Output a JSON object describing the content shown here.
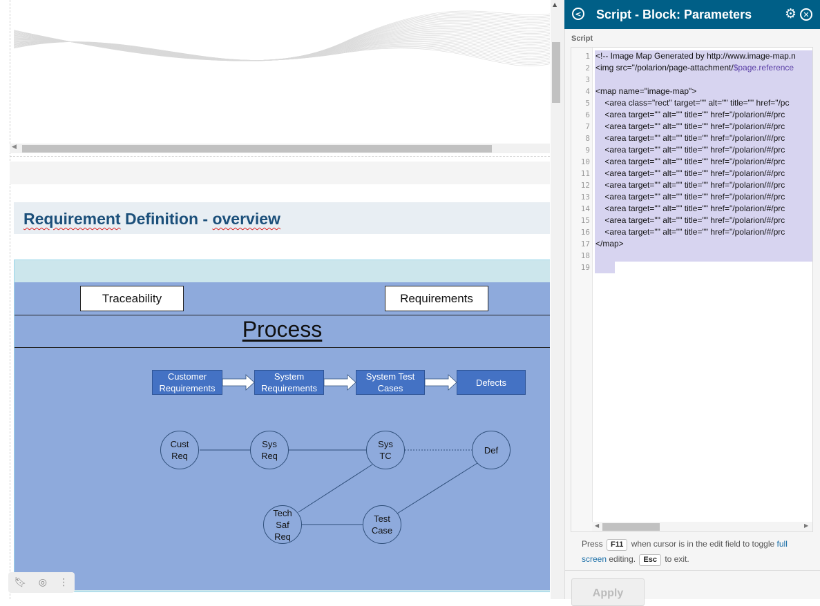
{
  "document": {
    "heading_word1": "Requirement",
    "heading_word2": " Definition - ",
    "heading_word3": "overview",
    "slide": {
      "traceability_label": "Traceability",
      "requirements_label": "Requirements",
      "process_title": "Process",
      "flow_boxes": [
        "Customer\nRequirements",
        "System\nRequirements",
        "System Test\nCases",
        "Defects"
      ],
      "nodes": {
        "cust_req": "Cust\nReq",
        "sys_req": "Sys\nReq",
        "sys_tc": "Sys\nTC",
        "def": "Def",
        "tech_saf_req": "Tech\nSaf\nReq",
        "test_case": "Test\nCase"
      }
    }
  },
  "panel": {
    "title": "Script - Block: Parameters",
    "script_label": "Script",
    "line_numbers": [
      "1",
      "2",
      "3",
      "4",
      "5",
      "6",
      "7",
      "8",
      "9",
      "10",
      "11",
      "12",
      "13",
      "14",
      "15",
      "16",
      "17",
      "18",
      "19"
    ],
    "code_lines": [
      "<!-- Image Map Generated by http://www.image-map.n",
      "<img src=\"/polarion/page-attachment/",
      "",
      "<map name=\"image-map\">",
      "    <area class=\"rect\" target=\"\" alt=\"\" title=\"\" href=\"/pc",
      "    <area target=\"\" alt=\"\" title=\"\" href=\"/polarion/#/prc",
      "    <area target=\"\" alt=\"\" title=\"\" href=\"/polarion/#/prc",
      "    <area target=\"\" alt=\"\" title=\"\" href=\"/polarion/#/prc",
      "    <area target=\"\" alt=\"\" title=\"\" href=\"/polarion/#/prc",
      "    <area target=\"\" alt=\"\" title=\"\" href=\"/polarion/#/prc",
      "    <area target=\"\" alt=\"\" title=\"\" href=\"/polarion/#/prc",
      "    <area target=\"\" alt=\"\" title=\"\" href=\"/polarion/#/prc",
      "    <area target=\"\" alt=\"\" title=\"\" href=\"/polarion/#/prc",
      "    <area target=\"\" alt=\"\" title=\"\" href=\"/polarion/#/prc",
      "    <area target=\"\" alt=\"\" title=\"\" href=\"/polarion/#/prc",
      "    <area target=\"\" alt=\"\" title=\"\" href=\"/polarion/#/prc",
      "</map>",
      "",
      ""
    ],
    "code_line2_variable": "$page.reference",
    "hint": {
      "press": "Press",
      "key_f11": "F11",
      "text1": "when cursor is in the edit field to toggle",
      "full": "full",
      "screen": "screen",
      "text2": "editing.",
      "key_esc": "Esc",
      "text3": "to exit."
    },
    "apply_label": "Apply"
  },
  "colors": {
    "header_bg": "#005f87",
    "heading_text": "#1b4f7a",
    "slide_bg": "#8eaadc",
    "flow_box": "#4472c4",
    "selection": "#d7d4f0"
  },
  "icons": {
    "back": "back-circle-icon",
    "settings": "gear-icon",
    "close": "close-circle-icon",
    "bookmark": "bookmark-icon",
    "camera": "camera-icon",
    "more": "more-vertical-icon"
  }
}
